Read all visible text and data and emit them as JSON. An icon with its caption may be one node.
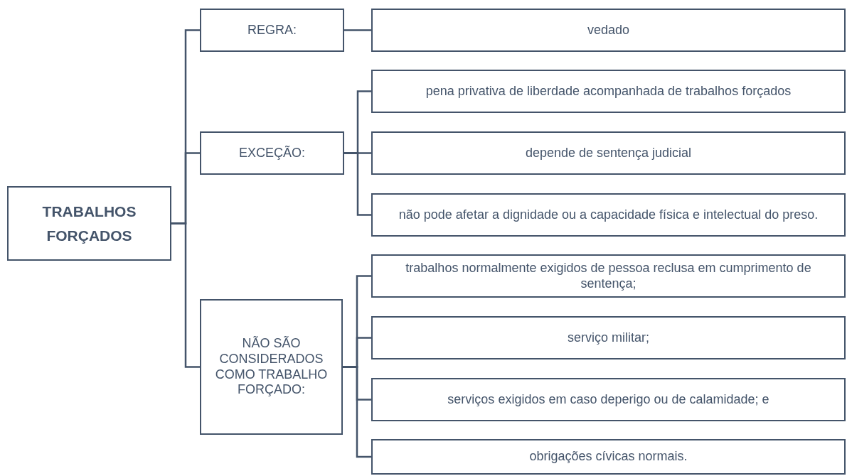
{
  "diagram": {
    "nodes": [
      {
        "text": [
          "TRABALHOS FORÇADOS"
        ]
      },
      {
        "text": [
          "REGRA:"
        ]
      },
      {
        "text": [
          "EXCEÇÃO:"
        ]
      },
      {
        "text": [
          "NÃO SÃO CONSIDERADOS COMO TRABALHO FORÇADO:"
        ]
      },
      {
        "text": [
          "vedado"
        ]
      },
      {
        "text": [
          "pena privativa de liberdade acompanhada de trabalhos forçados"
        ]
      },
      {
        "text": [
          "depende de sentença judicial"
        ]
      },
      {
        "text": [
          "não pode afetar a dignidade ou a capacidade física e intelectual do preso."
        ]
      },
      {
        "text": [
          "trabalhos normalmente exigidos de pessoa reclusa em cumprimento de sentença;"
        ]
      },
      {
        "text": [
          "serviço militar;"
        ]
      },
      {
        "text": [
          "serviços exigidos em caso deperigo ou de calamidade; e"
        ]
      },
      {
        "text": [
          "obrigações cívicas normais."
        ]
      }
    ],
    "edges": [
      {
        "from": 0,
        "to": 1,
        "arrow": "none"
      },
      {
        "from": 0,
        "to": 2,
        "arrow": "none"
      },
      {
        "from": 0,
        "to": 3,
        "arrow": "none"
      },
      {
        "from": 1,
        "to": 4,
        "arrow": "none"
      },
      {
        "from": 2,
        "to": 5,
        "arrow": "none"
      },
      {
        "from": 2,
        "to": 6,
        "arrow": "none"
      },
      {
        "from": 2,
        "to": 7,
        "arrow": "none"
      },
      {
        "from": 3,
        "to": 8,
        "arrow": "none"
      },
      {
        "from": 3,
        "to": 9,
        "arrow": "none"
      },
      {
        "from": 3,
        "to": 10,
        "arrow": "none"
      },
      {
        "from": 3,
        "to": 11,
        "arrow": "none"
      }
    ]
  }
}
